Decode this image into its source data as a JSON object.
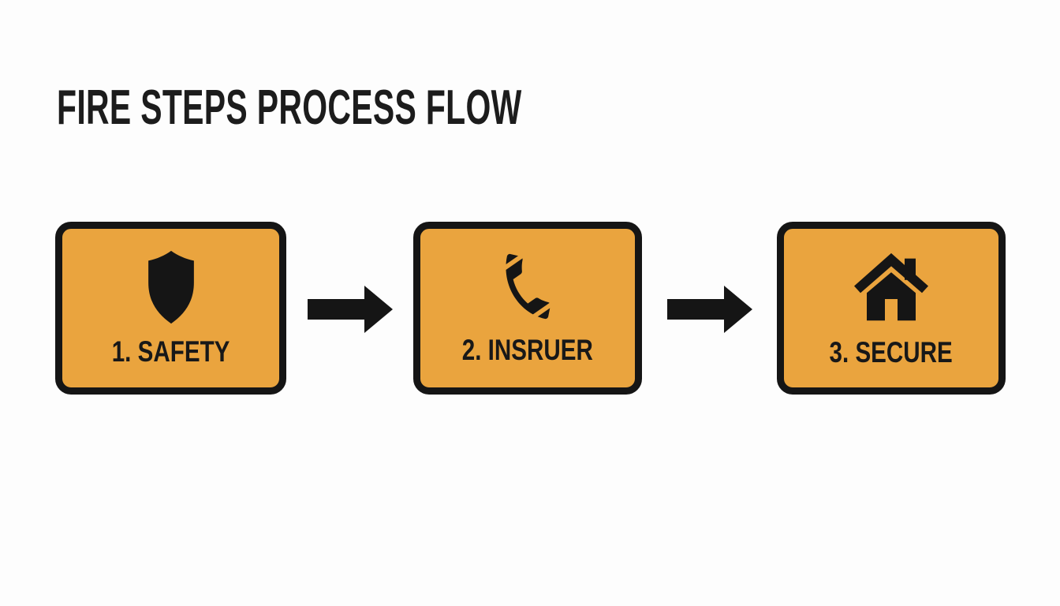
{
  "title": "FIRE STEPS PROCESS FLOW",
  "colors": {
    "background": "#FDFDFD",
    "box_fill": "#EAA43E",
    "outline": "#151515",
    "title_text": "#1C1C1C",
    "label_text": "#181818"
  },
  "flow": {
    "steps": [
      {
        "label": "1. SAFETY",
        "icon": "shield-icon"
      },
      {
        "label": "2. INSRUER",
        "icon": "phone-icon"
      },
      {
        "label": "3. SECURE",
        "icon": "home-icon"
      }
    ],
    "connector_icon": "arrow-right-icon"
  }
}
